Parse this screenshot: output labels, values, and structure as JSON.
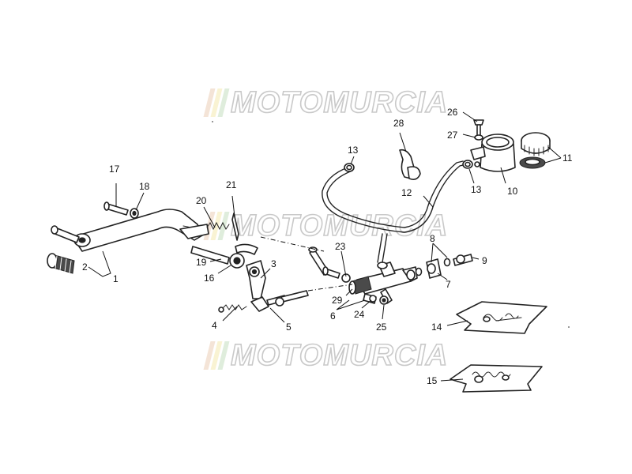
{
  "watermark": {
    "text": "MOTOMURCIA",
    "bar_colors": [
      "#e8c4a8",
      "#f2e6a0",
      "#b9d9b2"
    ]
  },
  "callouts": {
    "n1": "1",
    "n2": "2",
    "n3": "3",
    "n4": "4",
    "n5": "5",
    "n6": "6",
    "n7": "7",
    "n8": "8",
    "n9": "9",
    "n10": "10",
    "n11": "11",
    "n12": "12",
    "n13a": "13",
    "n13b": "13",
    "n14": "14",
    "n15": "15",
    "n16": "16",
    "n17": "17",
    "n18": "18",
    "n19": "19",
    "n20": "20",
    "n21": "21",
    "n23": "23",
    "n24": "24",
    "n25": "25",
    "n26": "26",
    "n27": "27",
    "n28": "28",
    "n29": "29"
  }
}
